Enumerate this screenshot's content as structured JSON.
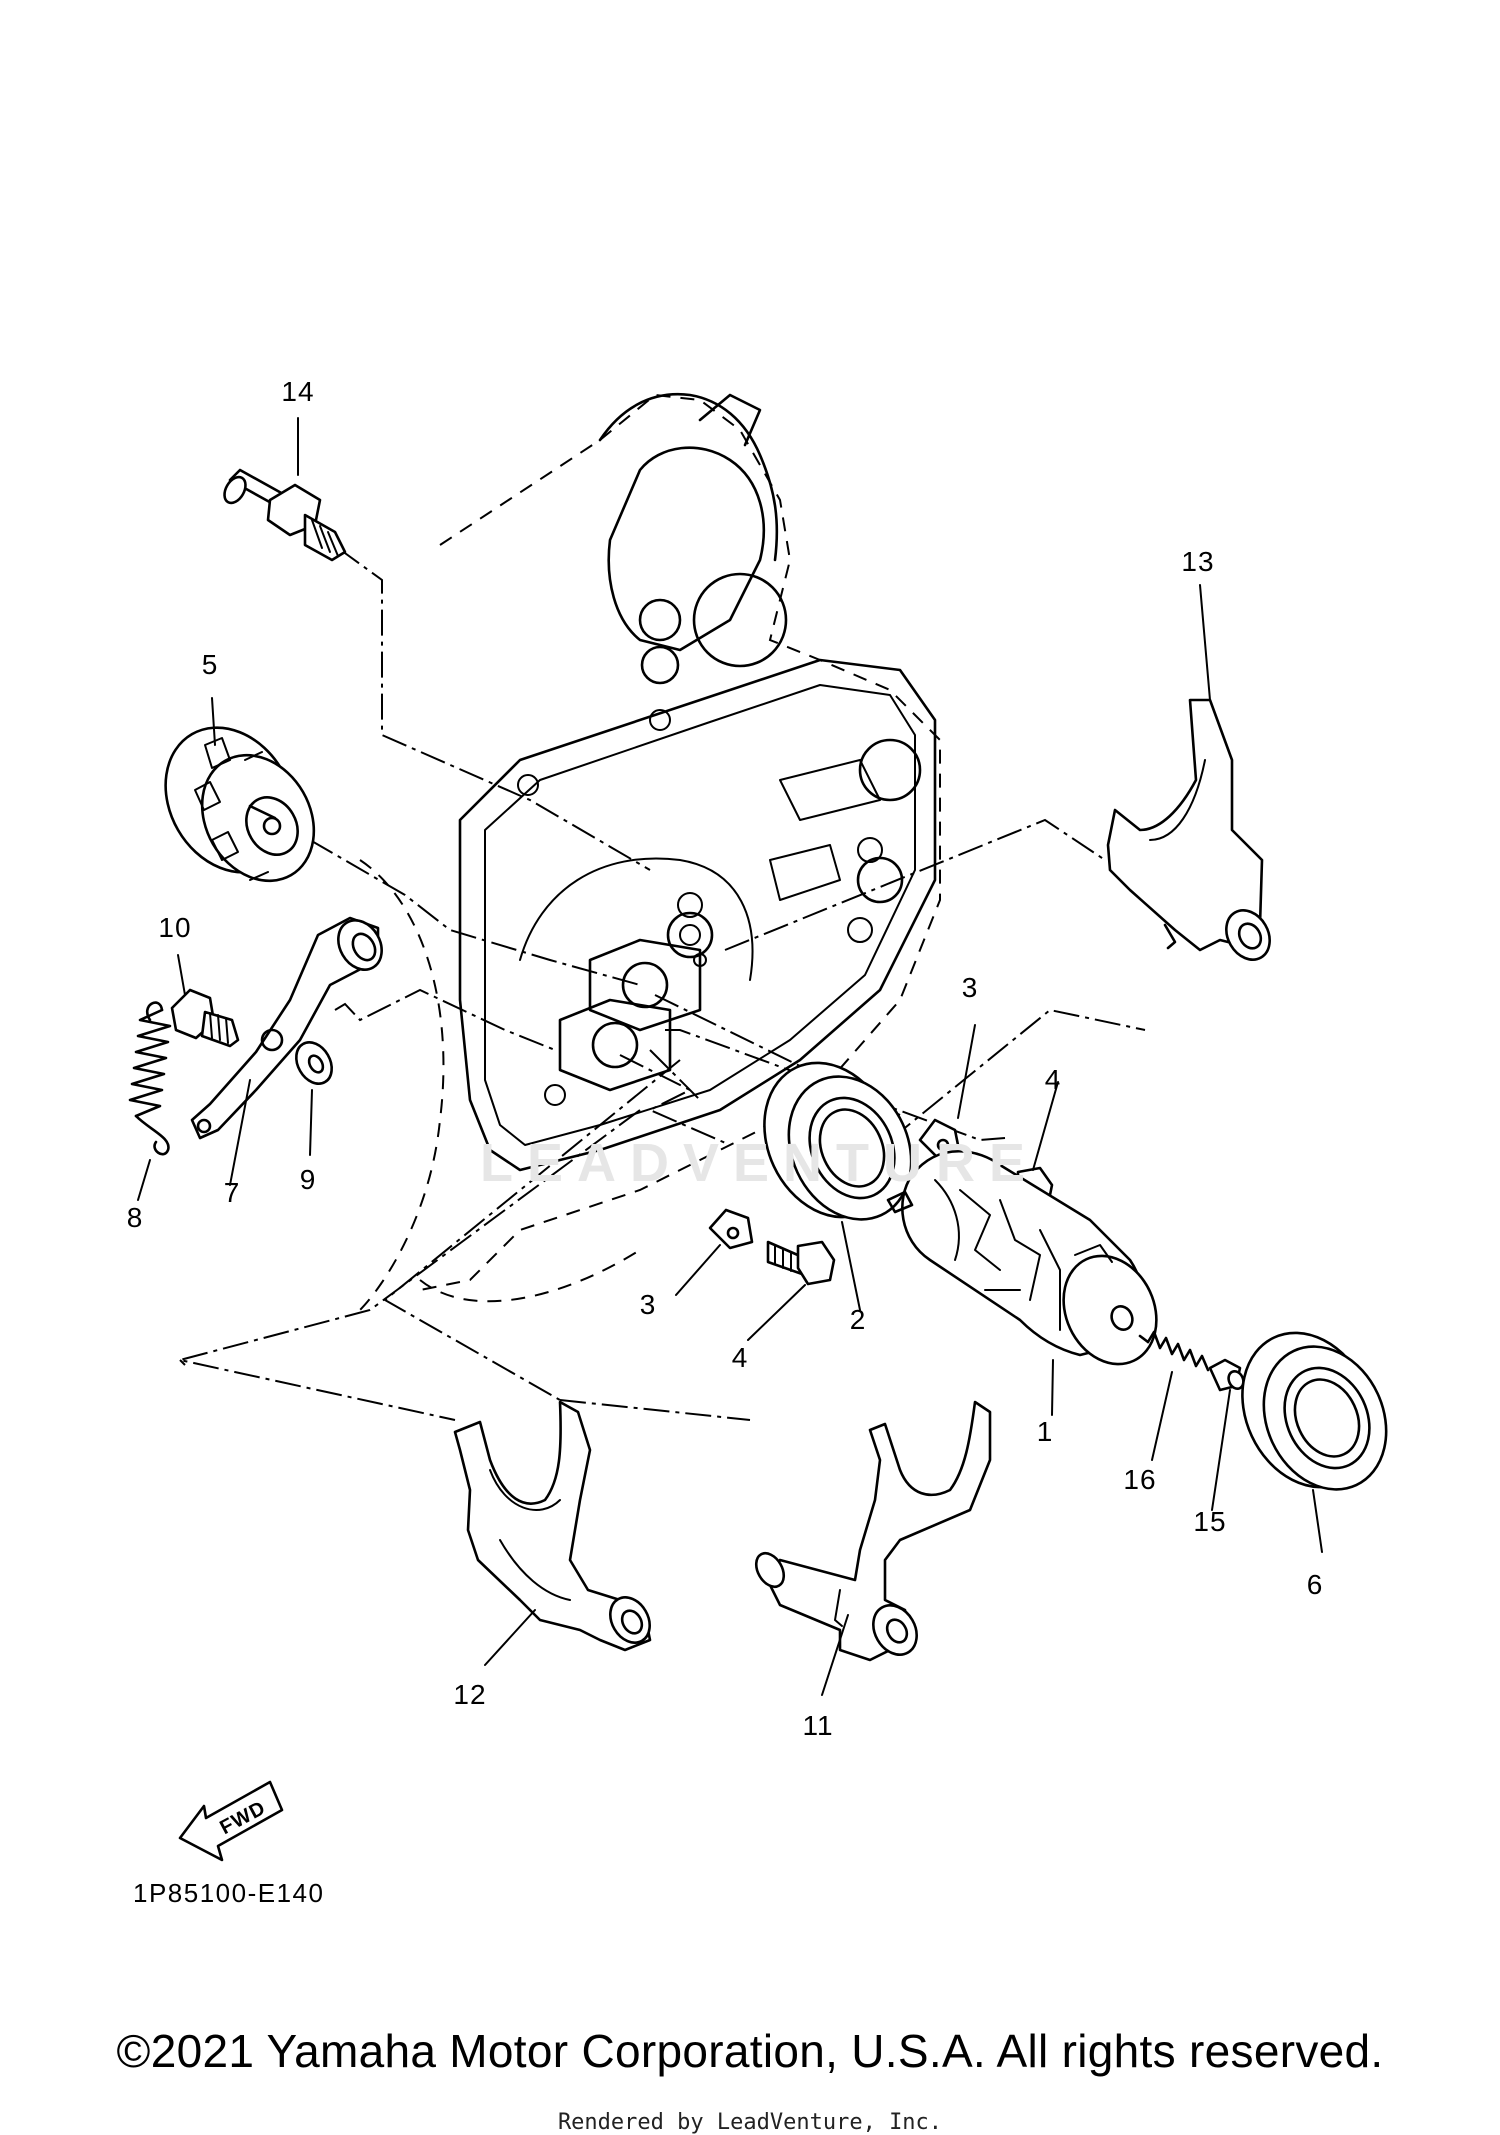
{
  "diagram": {
    "code": "1P85100-E140",
    "copyright": "©2021 Yamaha Motor Corporation, U.S.A. All rights reserved.",
    "rendered_by": "Rendered by LeadVenture, Inc.",
    "watermark": "LEADVENTURE",
    "fwd_label": "FWD"
  },
  "callouts": [
    {
      "id": "14",
      "label": "14"
    },
    {
      "id": "13",
      "label": "13"
    },
    {
      "id": "5",
      "label": "5"
    },
    {
      "id": "10",
      "label": "10"
    },
    {
      "id": "8",
      "label": "8"
    },
    {
      "id": "7",
      "label": "7"
    },
    {
      "id": "9",
      "label": "9"
    },
    {
      "id": "3a",
      "label": "3"
    },
    {
      "id": "4a",
      "label": "4"
    },
    {
      "id": "3b",
      "label": "3"
    },
    {
      "id": "4b",
      "label": "4"
    },
    {
      "id": "2",
      "label": "2"
    },
    {
      "id": "1",
      "label": "1"
    },
    {
      "id": "16",
      "label": "16"
    },
    {
      "id": "15",
      "label": "15"
    },
    {
      "id": "6",
      "label": "6"
    },
    {
      "id": "12",
      "label": "12"
    },
    {
      "id": "11",
      "label": "11"
    }
  ]
}
